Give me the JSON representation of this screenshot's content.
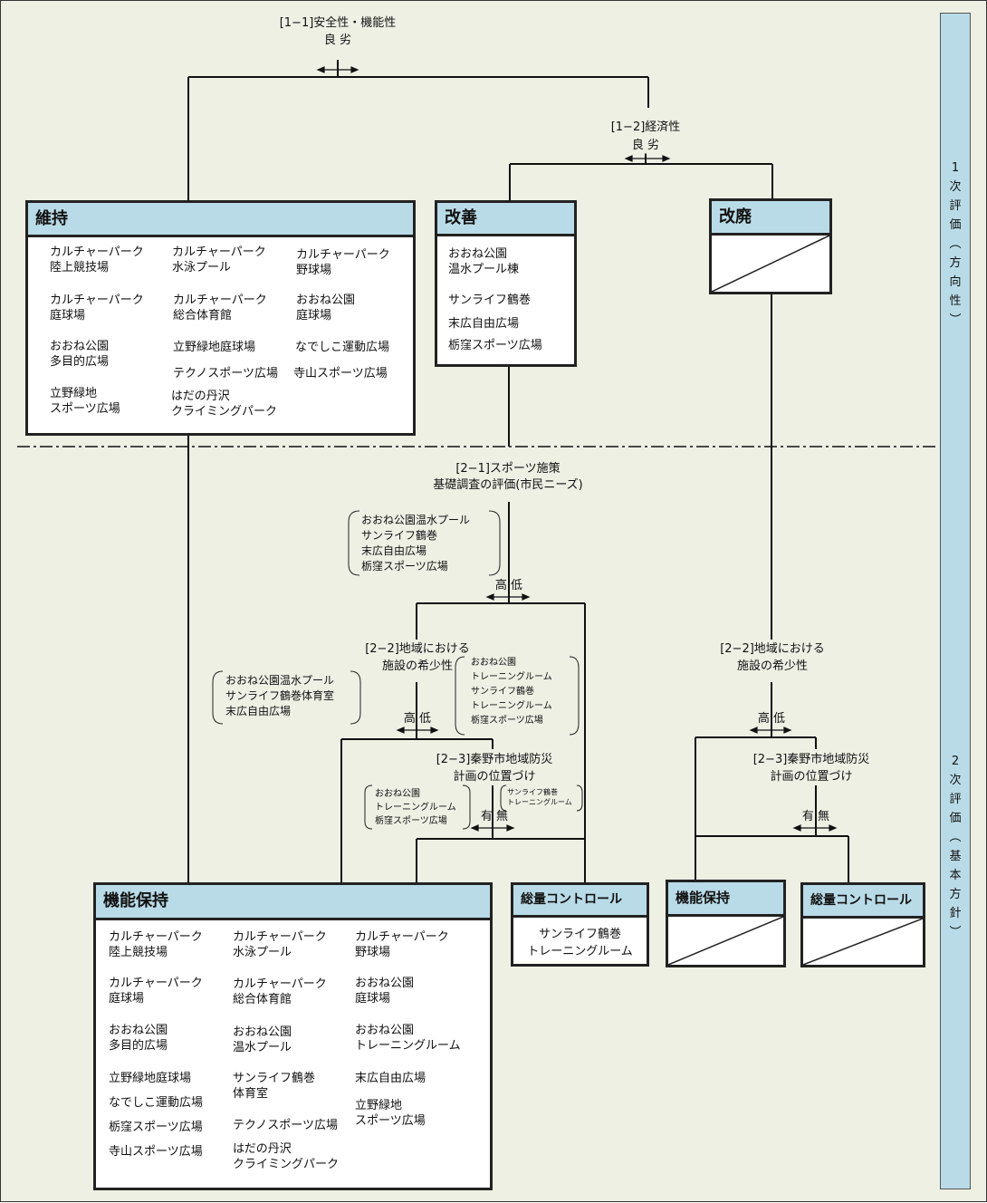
{
  "sidebar": {
    "primary": "1\n次\n評\n価\n︵\n方\n向\n性\n︶",
    "secondary": "2\n次\n評\n価\n︵\n基\n本\n方\n針\n︶"
  },
  "criteria": {
    "c11_title": "[1−1]安全性・機能性",
    "c11_values": "良 劣",
    "c12_title": "[1−2]経済性",
    "c12_values": "良 劣",
    "c21_title": "[2−1]スポーツ施策",
    "c21_sub": "基礎調査の評価(市民ニーズ)",
    "c21_values": "高 低",
    "c22a_title": "[2−2]地域における",
    "c22a_sub": "施設の希少性",
    "c22a_values": "高 低",
    "c23a_title": "[2−3]秦野市地域防災",
    "c23a_sub": "計画の位置づけ",
    "c23a_values": "有 無",
    "c22b_title": "[2−2]地域における",
    "c22b_sub": "施設の希少性",
    "c22b_values": "高 低",
    "c23b_title": "[2−3]秦野市地域防災",
    "c23b_sub": "計画の位置づけ",
    "c23b_values": "有 無"
  },
  "boxes": {
    "iji": {
      "title": "維持",
      "items": [
        "カルチャーパーク\n陸上競技場",
        "カルチャーパーク\n水泳プール",
        "カルチャーパーク\n野球場",
        "カルチャーパーク\n庭球場",
        "カルチャーパーク\n総合体育館",
        "おおね公園\n庭球場",
        "おおね公園\n多目的広場",
        "立野緑地庭球場",
        "なでしこ運動広場",
        "テクノスポーツ広場",
        "寺山スポーツ広場",
        "立野緑地\nスポーツ広場",
        "はだの丹沢\nクライミングパーク"
      ]
    },
    "kaizen": {
      "title": "改善",
      "items": [
        "おおね公園\n温水プール棟",
        "サンライフ鶴巻",
        "末広自由広場",
        "栃窪スポーツ広場"
      ]
    },
    "haihai": {
      "title": "改廃"
    },
    "kinou": {
      "title": "機能保持",
      "items": [
        "カルチャーパーク\n陸上競技場",
        "カルチャーパーク\n水泳プール",
        "カルチャーパーク\n野球場",
        "カルチャーパーク\n庭球場",
        "カルチャーパーク\n総合体育館",
        "おおね公園\n庭球場",
        "おおね公園\n多目的広場",
        "おおね公園\n温水プール",
        "おおね公園\nトレーニングルーム",
        "立野緑地庭球場",
        "サンライフ鶴巻\n体育室",
        "末広自由広場",
        "なでしこ運動広場",
        "立野緑地\nスポーツ広場",
        "栃窪スポーツ広場",
        "テクノスポーツ広場",
        "寺山スポーツ広場",
        "はだの丹沢\nクライミングパーク"
      ]
    },
    "soryo1": {
      "title": "総量コントロール",
      "items": [
        "サンライフ鶴巻\nトレーニングルーム"
      ]
    },
    "kinou2": {
      "title": "機能保持"
    },
    "soryo2": {
      "title": "総量コントロール"
    }
  },
  "notes": {
    "n1": "おおね公園温水プール\nサンライフ鶴巻\n末広自由広場\n栃窪スポーツ広場",
    "n2": "おおね公園温水プール\nサンライフ鶴巻体育室\n末広自由広場",
    "n3": "おおね公園\nトレーニングルーム\nサンライフ鶴巻\nトレーニングルーム\n栃窪スポーツ広場",
    "n4": "おおね公園\nトレーニングルーム\n栃窪スポーツ広場",
    "n5": "サンライフ鶴巻\nトレーニングルーム"
  }
}
